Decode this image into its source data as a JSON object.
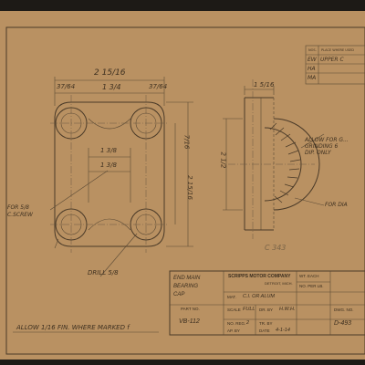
{
  "revision_table": {
    "headers": [
      "NOS.",
      "PLACE WHERE USED"
    ],
    "rows": [
      {
        "code": "EW",
        "text": "UPPER C"
      },
      {
        "code": "HA",
        "text": ""
      },
      {
        "code": "MA",
        "text": ""
      }
    ]
  },
  "dimensions": {
    "overall_width": "2 15/16",
    "left_edge": "37/64",
    "center_span": "1 3/4",
    "right_edge": "37/64",
    "side_top": "1 5/16",
    "inner_width": "1 3/8",
    "inner_height": "1 3/8",
    "right_height": "2 15/16",
    "end_height": "7/16",
    "side_height": "2 1/2"
  },
  "notes": {
    "allow_for_grinding": "ALLOW FOR G...\nGRINDING 6\nDIP. ONLY",
    "for_dia": "FOR DIA",
    "for_screw": "FOR 5/8\nC.SCREW",
    "drill": "DRILL 5/8",
    "finish_note": "ALLOW 1/16 FIN. WHERE MARKED f",
    "sketch_number": "C 343"
  },
  "title_block": {
    "part_name": "END MAIN\nBEARING\nCAP",
    "company": "SCRIPPS MOTOR COMPANY",
    "city": "DETROIT, MICH.",
    "wt_each_label": "WT. EACH",
    "no_per_lb_label": "NO. PER LB.",
    "mat_label": "MAT.",
    "mat_value": "C.I. OR ALUM",
    "scale_label": "SCALE",
    "scale_value": "FULL",
    "dr_by_label": "DR. BY",
    "dr_by_value": "H.W.H.",
    "part_no_label": "PART NO.",
    "part_no_value": "VB-112",
    "reg_label": "NO. REG.",
    "reg_value": "2",
    "tr_by_label": "TR. BY",
    "ap_by_label": "AP. BY",
    "date_label": "DATE",
    "date_value": "4-1-14",
    "dwg_no_label": "DWG. NO.",
    "dwg_no_value": "D-493"
  }
}
